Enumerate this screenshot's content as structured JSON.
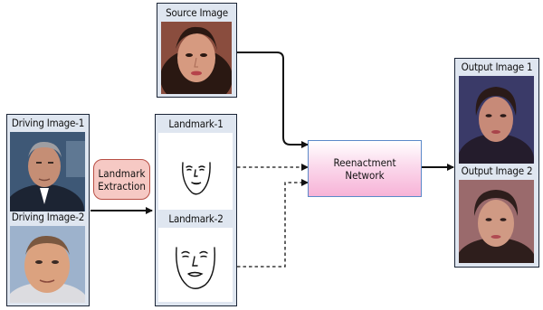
{
  "source": {
    "label": "Source Image"
  },
  "driving": {
    "label_1": "Driving Image-1",
    "label_2": "Driving Image-2"
  },
  "extraction": {
    "line1": "Landmark",
    "line2": "Extraction"
  },
  "landmarks": {
    "label_1": "Landmark-1",
    "label_2": "Landmark-2"
  },
  "network": {
    "line1": "Reenactment",
    "line2": "Network"
  },
  "outputs": {
    "label_1": "Output Image 1",
    "label_2": "Output Image 2"
  },
  "colors": {
    "panel_fill": "#dfe6f0",
    "panel_border": "#1a2436",
    "extraction_fill": "#f6c9c4",
    "extraction_border": "#b84f45",
    "network_gradient_top": "#ffffff",
    "network_gradient_bottom": "#f7b3d7",
    "network_border": "#5b8ac9"
  }
}
